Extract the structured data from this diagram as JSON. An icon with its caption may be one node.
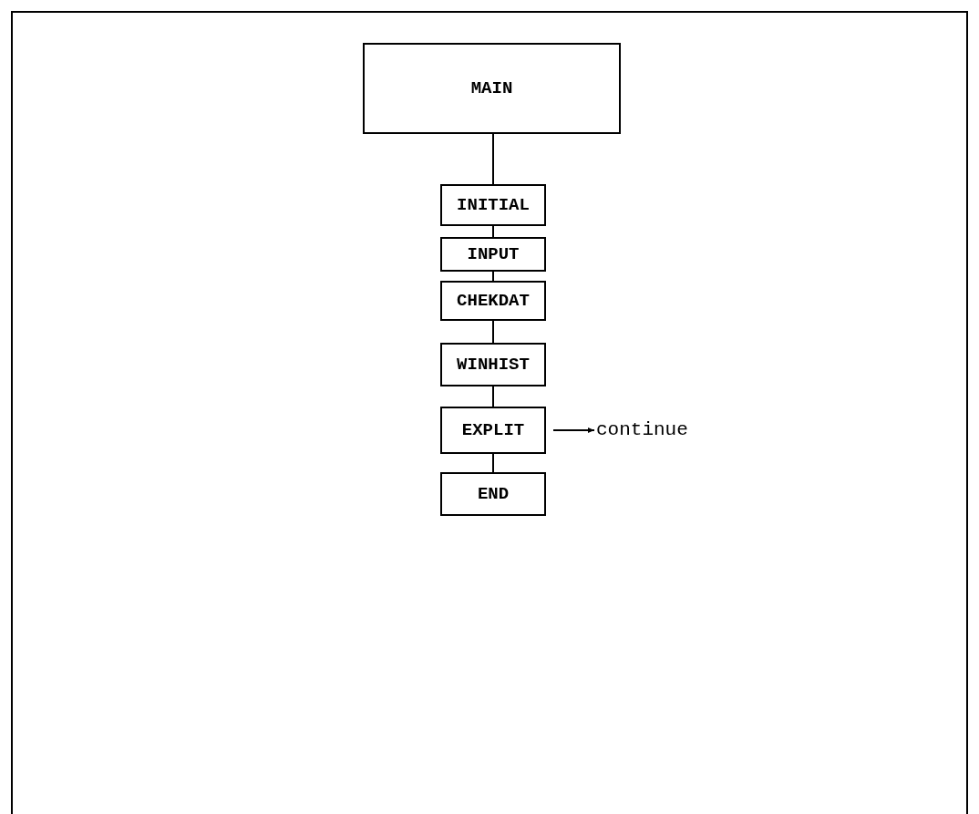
{
  "diagram": {
    "nodes": [
      {
        "text": [
          "MAIN"
        ]
      },
      {
        "text": [
          "INITIAL"
        ]
      },
      {
        "text": [
          "INPUT"
        ]
      },
      {
        "text": [
          "CHEKDAT"
        ]
      },
      {
        "text": [
          "WINHIST"
        ]
      },
      {
        "text": [
          "EXPLIT"
        ]
      },
      {
        "text": [
          "END"
        ]
      },
      {
        "text": [
          "continue"
        ]
      }
    ],
    "edges": [
      {
        "from": 0,
        "to": 1,
        "arrow": "none"
      },
      {
        "from": 1,
        "to": 2,
        "arrow": "none"
      },
      {
        "from": 2,
        "to": 3,
        "arrow": "none"
      },
      {
        "from": 3,
        "to": 4,
        "arrow": "none"
      },
      {
        "from": 4,
        "to": 5,
        "arrow": "none"
      },
      {
        "from": 5,
        "to": 6,
        "arrow": "none"
      },
      {
        "from": 5,
        "to": 7,
        "arrow": "to"
      }
    ]
  }
}
